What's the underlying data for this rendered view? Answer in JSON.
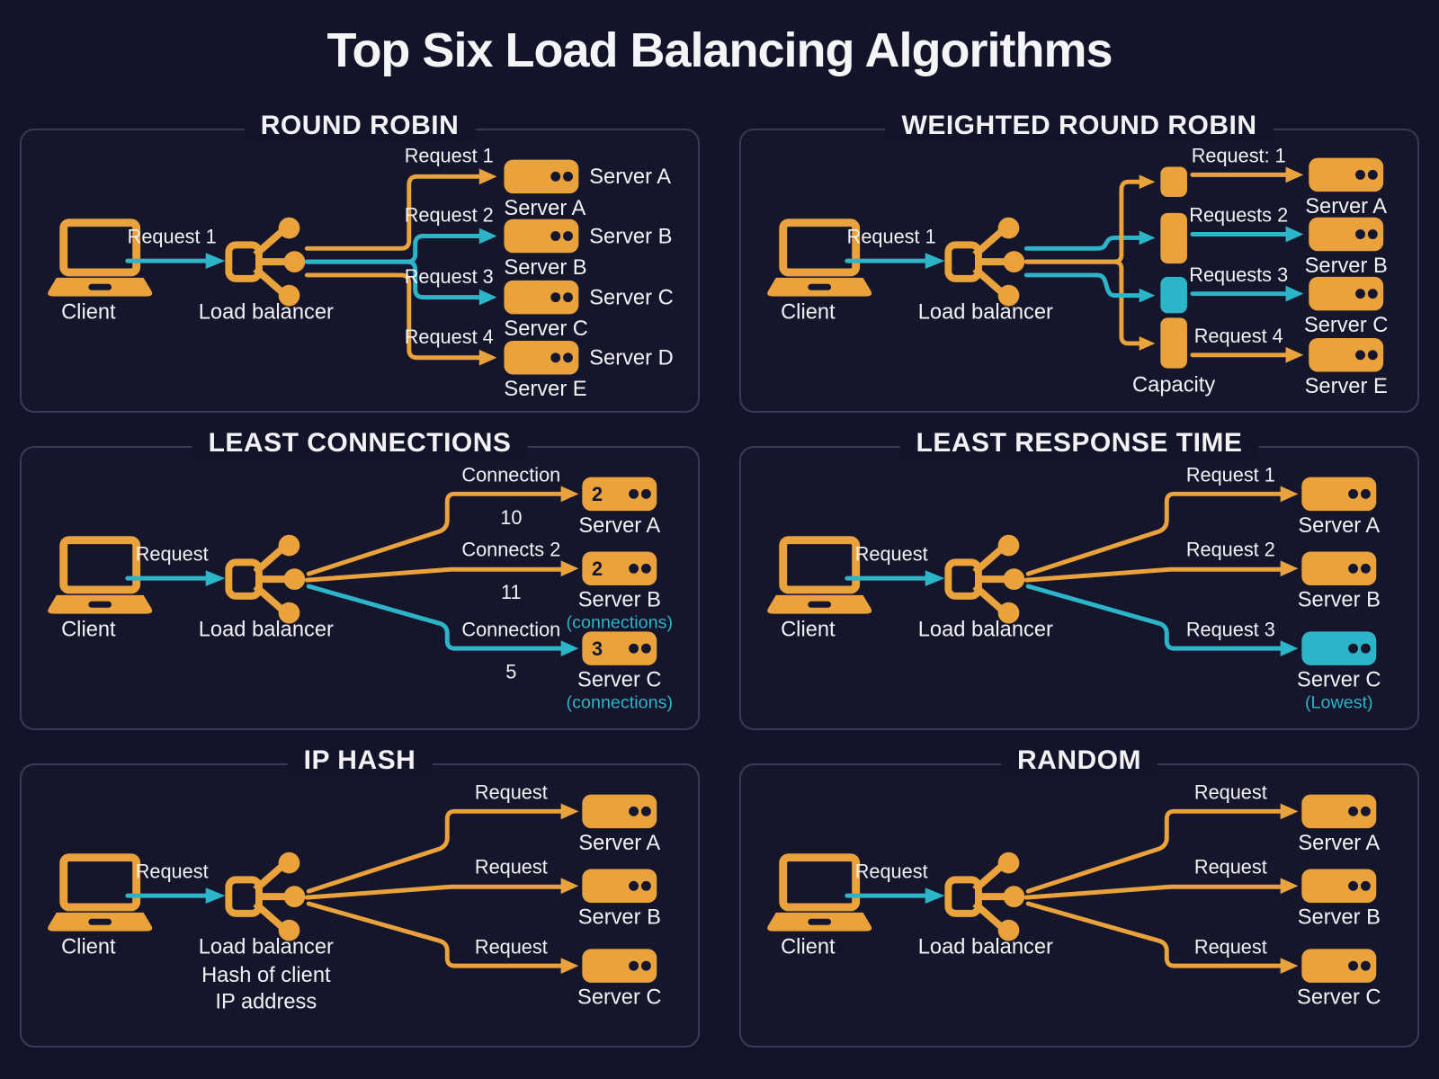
{
  "page": {
    "title": "Top Six Load Balancing Algorithms",
    "colors": {
      "background": "#131329",
      "orange": "#E9A23C",
      "teal": "#2CB4C9",
      "text": "#F2F2F4",
      "panel_border": "#3A3A57"
    }
  },
  "panels": [
    {
      "title": "ROUND ROBIN",
      "client": "Client",
      "request": "Request 1",
      "lb": "Load balancer",
      "rows": [
        {
          "label": "Request 1",
          "side": "Server A",
          "below": "Server A",
          "color": "orange"
        },
        {
          "label": "Request 2",
          "side": "Server B",
          "below": "Server B",
          "color": "teal"
        },
        {
          "label": "Request 3",
          "side": "Server C",
          "below": "Server C",
          "color": "teal"
        },
        {
          "label": "Request 4",
          "side": "Server D",
          "below": "Server E",
          "color": "orange"
        }
      ]
    },
    {
      "title": "WEIGHTED ROUND ROBIN",
      "client": "Client",
      "request": "Request 1",
      "lb": "Load balancer",
      "capacity": "Capacity",
      "rows": [
        {
          "label": "Request: 1",
          "below": "Server A",
          "color": "orange",
          "bar_color": "orange"
        },
        {
          "label": "Requests 2",
          "below": "Server B",
          "color": "teal",
          "bar_color": "orange"
        },
        {
          "label": "Requests 3",
          "below": "Server C",
          "color": "teal",
          "bar_color": "teal"
        },
        {
          "label": "Request 4",
          "below": "Server E",
          "color": "orange",
          "bar_color": "orange"
        }
      ]
    },
    {
      "title": "LEAST CONNECTIONS",
      "client": "Client",
      "request": "Request",
      "lb": "Load balancer",
      "rows": [
        {
          "label": "Connection",
          "value": "10",
          "count": "2",
          "below": "Server A",
          "color": "orange"
        },
        {
          "label": "Connects 2",
          "value": "11",
          "count": "2",
          "below": "Server B",
          "note": "(connections)",
          "color": "orange"
        },
        {
          "label": "Connection",
          "value": "5",
          "count": "3",
          "below": "Server C",
          "note": "(connections)",
          "color": "teal"
        }
      ]
    },
    {
      "title": "LEAST RESPONSE TIME",
      "client": "Client",
      "request": "Request",
      "lb": "Load balancer",
      "rows": [
        {
          "label": "Request 1",
          "below": "Server A",
          "color": "orange"
        },
        {
          "label": "Request 2",
          "below": "Server B",
          "color": "orange"
        },
        {
          "label": "Request 3",
          "below": "Server C",
          "note": "(Lowest)",
          "color": "teal"
        }
      ]
    },
    {
      "title": "IP HASH",
      "client": "Client",
      "request": "Request",
      "lb": "Load balancer",
      "lb_sub1": "Hash of client",
      "lb_sub2": "IP address",
      "rows": [
        {
          "label": "Request",
          "below": "Server A",
          "color": "orange"
        },
        {
          "label": "Request",
          "below": "Server B",
          "color": "orange"
        },
        {
          "label": "Request",
          "below": "Server C",
          "color": "orange"
        }
      ]
    },
    {
      "title": "RANDOM",
      "client": "Client",
      "request": "Request",
      "lb": "Load balancer",
      "rows": [
        {
          "label": "Request",
          "below": "Server A",
          "color": "orange"
        },
        {
          "label": "Request",
          "below": "Server B",
          "color": "orange"
        },
        {
          "label": "Request",
          "below": "Server C",
          "color": "orange"
        }
      ]
    }
  ]
}
